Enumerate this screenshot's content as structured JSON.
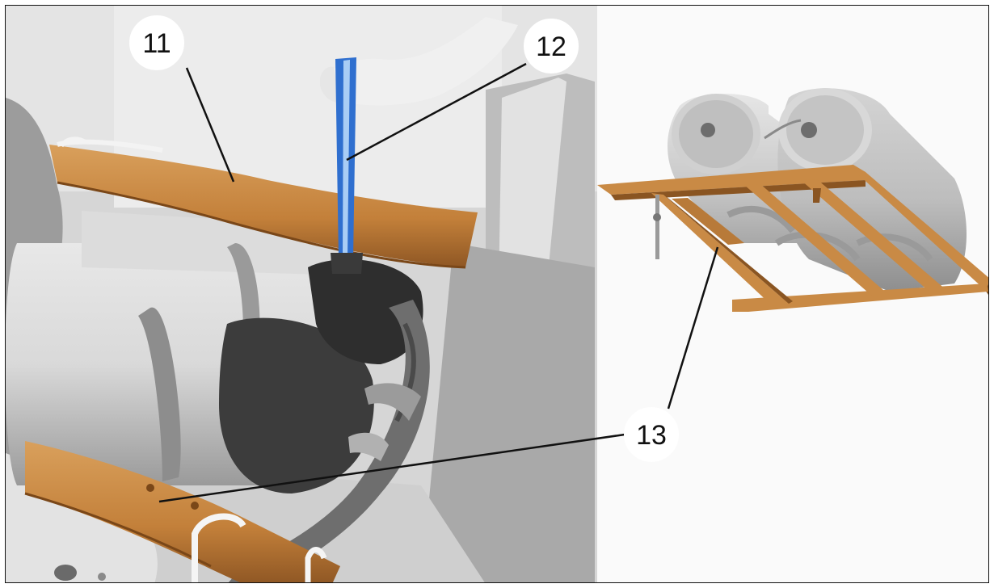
{
  "figure": {
    "callouts": [
      {
        "id": "11",
        "label": "11"
      },
      {
        "id": "12",
        "label": "12"
      },
      {
        "id": "13",
        "label": "13"
      }
    ],
    "colors": {
      "rail": "#c98a45",
      "rail_dark": "#8a5522",
      "strap": "#2f6fcf",
      "strap_light": "#a9cdf5",
      "photo_gray": "#c8c8c8",
      "line": "#111111",
      "callout_fill": "#ffffff"
    }
  }
}
